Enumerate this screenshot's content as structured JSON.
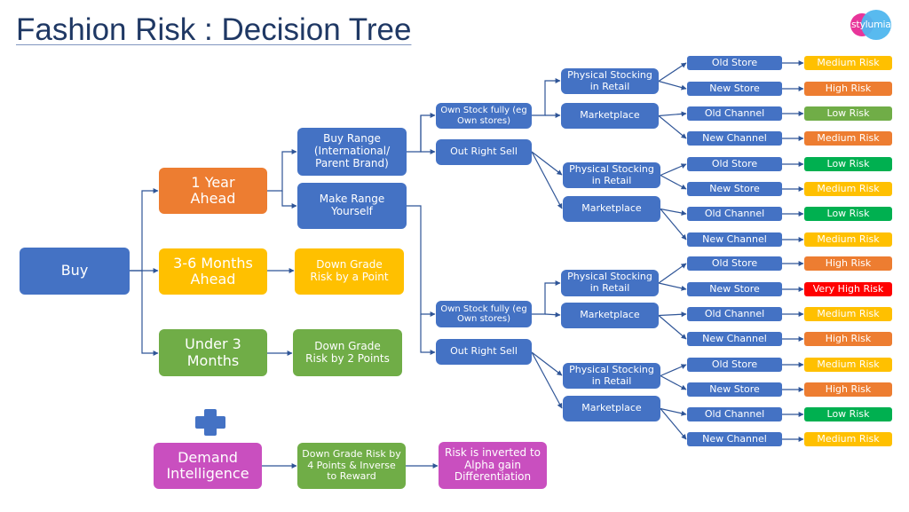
{
  "title": "Fashion Risk : Decision Tree",
  "logo": {
    "text": "stylumia",
    "colors": [
      "#e8359a",
      "#4fb6ee"
    ]
  },
  "colors": {
    "node_blue": "#4472c4",
    "orange": "#ed7d31",
    "yellow": "#ffc000",
    "green": "#70ad47",
    "bright_green": "#00b050",
    "red": "#ff0000",
    "magenta": "#c94fbf",
    "line": "#2f5597"
  },
  "root": "Buy",
  "horizons": {
    "one_year": "1 Year Ahead",
    "three_six": "3-6 Months Ahead",
    "under_three": "Under 3 Months"
  },
  "adjustments": {
    "three_six": "Down Grade Risk by a Point",
    "under_three": "Down Grade Risk by 2 Points"
  },
  "range": {
    "buy": "Buy Range (International/ Parent Brand)",
    "make": "Make Range Yourself"
  },
  "groups": [
    {
      "own_stock": "Own Stock fully (eg Own stores)",
      "out_right": "Out Right Sell",
      "branches": [
        {
          "channel": "Physical Stocking in Retail",
          "leaves": [
            {
              "label": "Old Store",
              "risk": "Medium Risk",
              "level": "medium-amber"
            },
            {
              "label": "New Store",
              "risk": "High Risk",
              "level": "high"
            }
          ]
        },
        {
          "channel": "Marketplace",
          "leaves": [
            {
              "label": "Old Channel",
              "risk": "Low Risk",
              "level": "low-olive"
            },
            {
              "label": "New Channel",
              "risk": "Medium Risk",
              "level": "medium-orange"
            }
          ]
        },
        {
          "channel": "Physical Stocking in Retail",
          "leaves": [
            {
              "label": "Old Store",
              "risk": "Low Risk",
              "level": "low"
            },
            {
              "label": "New Store",
              "risk": "Medium Risk",
              "level": "medium-amber"
            }
          ]
        },
        {
          "channel": "Marketplace",
          "leaves": [
            {
              "label": "Old Channel",
              "risk": "Low Risk",
              "level": "low"
            },
            {
              "label": "New Channel",
              "risk": "Medium Risk",
              "level": "medium-amber"
            }
          ]
        }
      ]
    },
    {
      "own_stock": "Own Stock fully (eg Own stores)",
      "out_right": "Out Right Sell",
      "branches": [
        {
          "channel": "Physical Stocking in Retail",
          "leaves": [
            {
              "label": "Old Store",
              "risk": "High Risk",
              "level": "high"
            },
            {
              "label": "New Store",
              "risk": "Very High Risk",
              "level": "very-high"
            }
          ]
        },
        {
          "channel": "Marketplace",
          "leaves": [
            {
              "label": "Old Channel",
              "risk": "Medium Risk",
              "level": "medium-amber"
            },
            {
              "label": "New Channel",
              "risk": "High Risk",
              "level": "high"
            }
          ]
        },
        {
          "channel": "Physical Stocking in Retail",
          "leaves": [
            {
              "label": "Old Store",
              "risk": "Medium Risk",
              "level": "medium-amber"
            },
            {
              "label": "New Store",
              "risk": "High Risk",
              "level": "high"
            }
          ]
        },
        {
          "channel": "Marketplace",
          "leaves": [
            {
              "label": "Old Channel",
              "risk": "Low Risk",
              "level": "low"
            },
            {
              "label": "New Channel",
              "risk": "Medium Risk",
              "level": "medium-amber"
            }
          ]
        }
      ]
    }
  ],
  "demand": {
    "plus_icon": "plus-icon",
    "source": "Demand Intelligence",
    "adjustment": "Down Grade Risk by 4 Points & Inverse to Reward",
    "outcome": "Risk is inverted to Alpha gain Differentiation"
  }
}
